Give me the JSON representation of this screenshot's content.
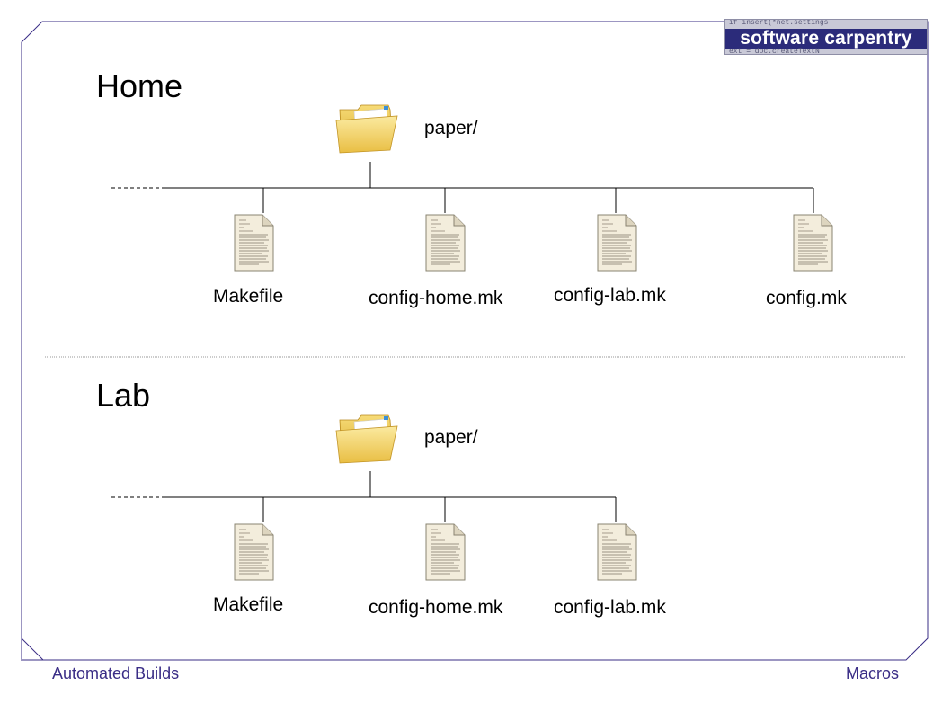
{
  "logo": {
    "text": "software carpentry",
    "code_lines": [
      "if insert(*net.settings",
      "ext = doc.createTextN"
    ]
  },
  "sections": [
    {
      "title": "Home",
      "folder": "paper/",
      "files": [
        "Makefile",
        "config-home.mk",
        "config-lab.mk",
        "config.mk"
      ]
    },
    {
      "title": "Lab",
      "folder": "paper/",
      "files": [
        "Makefile",
        "config-home.mk",
        "config-lab.mk"
      ]
    }
  ],
  "footer": {
    "left": "Automated Builds",
    "right": "Macros"
  },
  "colors": {
    "frame": "#3a2d86",
    "footer_text": "#3a2d86",
    "folder": "#f3d35f",
    "logo_bg": "#2b2b7a"
  }
}
